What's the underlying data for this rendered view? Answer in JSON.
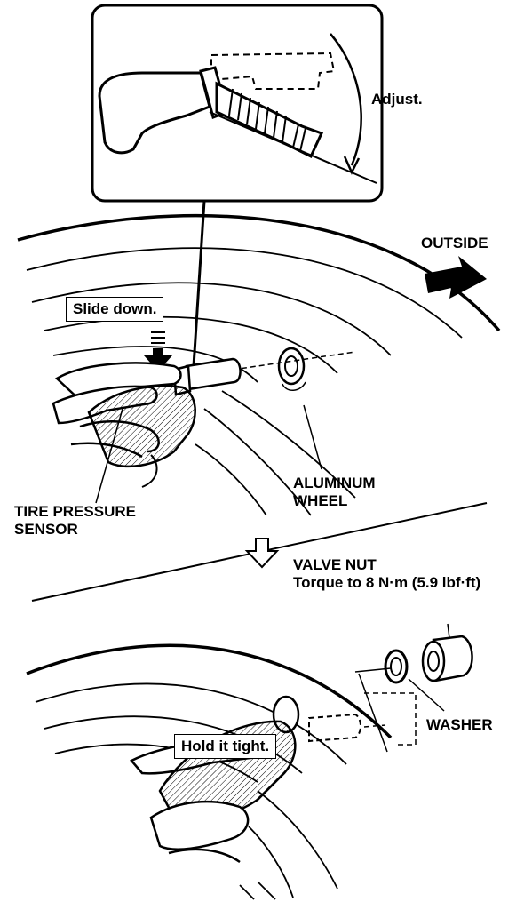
{
  "labels": {
    "adjust": "Adjust.",
    "outside": "OUTSIDE",
    "slide_down": "Slide down.",
    "aluminum_wheel_line1": "ALUMINUM",
    "aluminum_wheel_line2": "WHEEL",
    "tire_pressure_line1": "TIRE PRESSURE",
    "tire_pressure_line2": "SENSOR",
    "valve_nut": "VALVE NUT",
    "torque": "Torque to 8 N·m (5.9 lbf·ft)",
    "washer": "WASHER",
    "hold_tight": "Hold it tight."
  },
  "colors": {
    "ink": "#000000",
    "paper": "#ffffff",
    "shade": "#8a8a8a"
  },
  "icons": {
    "outside_arrow": "bold-arrow-right-icon",
    "step_arrow": "hollow-arrow-down-icon"
  }
}
